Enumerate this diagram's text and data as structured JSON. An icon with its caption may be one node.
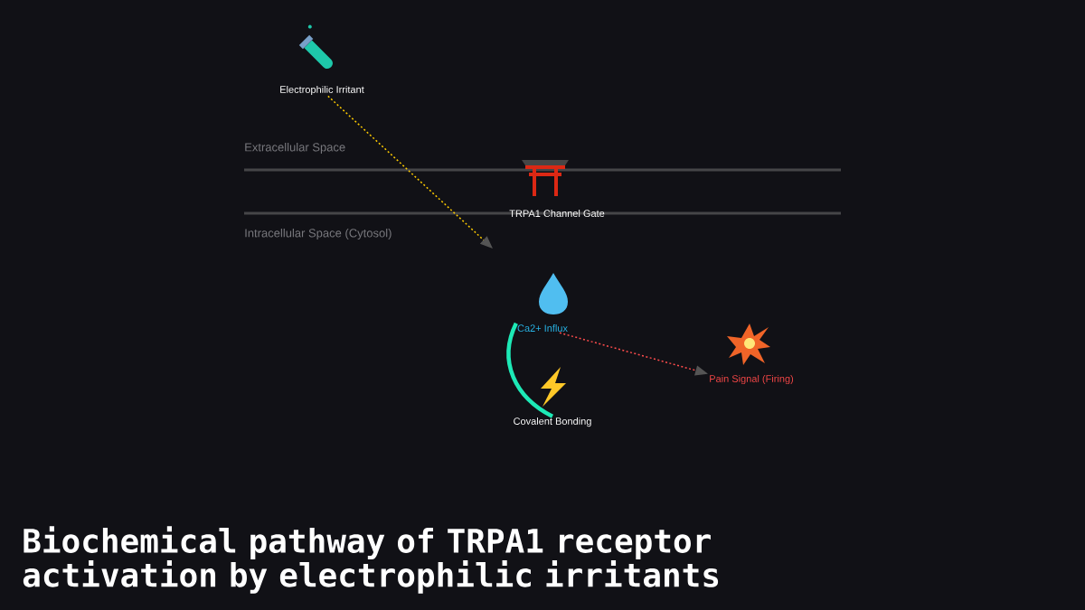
{
  "diagram": {
    "title": "Biochemical pathway of TRPA1 receptor activation by electrophilic irritants",
    "nodes": [
      {
        "text": [
          "Electrophilic Irritant"
        ]
      },
      {
        "text": [
          "TRPA1 Channel Gate"
        ]
      },
      {
        "text": [
          "Ca2+ Influx"
        ]
      },
      {
        "text": [
          "Covalent Bonding"
        ]
      },
      {
        "text": [
          "Pain Signal (Firing)"
        ]
      }
    ],
    "edges": [
      {
        "from": 0,
        "to": null,
        "arrow": "to",
        "style": "dashed",
        "color": "#ffcc00"
      },
      {
        "from": 2,
        "to": 4,
        "arrow": "to",
        "style": "dashed",
        "color": "#ff4d4d"
      },
      {
        "from": 2,
        "to": 3,
        "arrow": "none",
        "style": "thick",
        "color": "#1de9b6"
      }
    ],
    "labels": [
      "Extracellular Space",
      "Intracellular Space (Cytosol)"
    ]
  }
}
